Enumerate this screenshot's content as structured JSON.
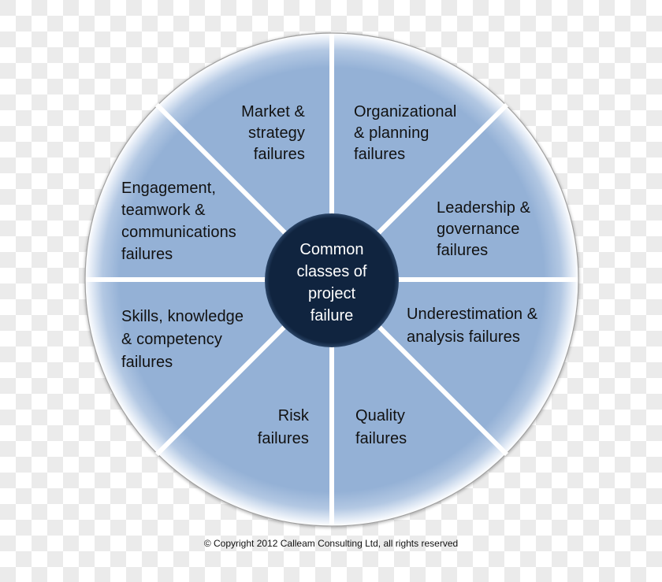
{
  "diagram": {
    "type": "segmented-wheel",
    "center": {
      "title": "Common\nclasses of\nproject\nfailure"
    },
    "segments": [
      {
        "id": "market",
        "label": "Market &\nstrategy\nfailures"
      },
      {
        "id": "organizational",
        "label": "Organizational\n& planning\nfailures"
      },
      {
        "id": "leadership",
        "label": "Leadership &\ngovernance\nfailures"
      },
      {
        "id": "underestimation",
        "label": "Underestimation &\nanalysis failures"
      },
      {
        "id": "quality",
        "label": "Quality\nfailures"
      },
      {
        "id": "risk",
        "label": "Risk\nfailures"
      },
      {
        "id": "skills",
        "label": "Skills, knowledge\n& competency\nfailures"
      },
      {
        "id": "engagement",
        "label": "Engagement,\nteamwork &\ncommunications\nfailures"
      }
    ],
    "colors": {
      "segment_fill": "#94B1D6",
      "segment_rim_glow": "#FFFFFF",
      "divider": "#FFFFFF",
      "center_fill": "#10243F",
      "center_text": "#FFFFFF",
      "outline": "#A0A0A0"
    }
  },
  "footer": {
    "copyright": "© Copyright 2012 Calleam Consulting Ltd, all rights reserved"
  }
}
